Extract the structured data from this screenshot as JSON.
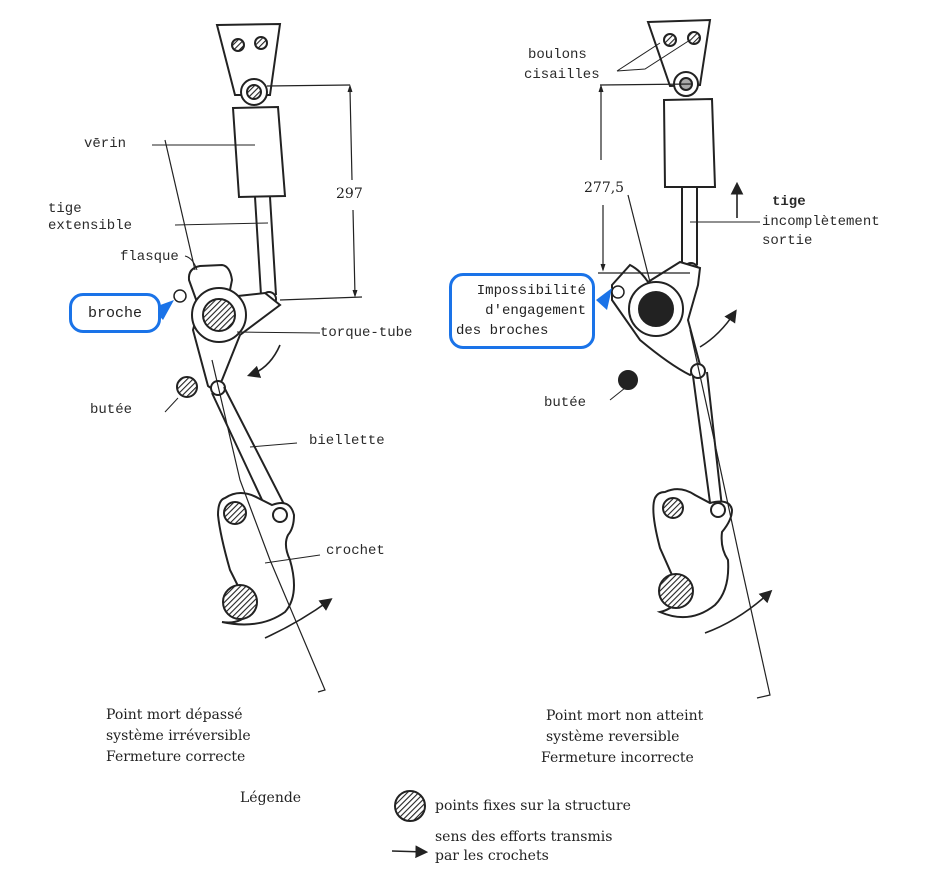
{
  "figure": {
    "left_state": {
      "dimension_label": "297",
      "labels": {
        "verin": "vērin",
        "tige_extensible_line1": "tige",
        "tige_extensible_line2": "extensible",
        "flasque": "flasque",
        "broche": "broche",
        "torque_tube": "torque-tube",
        "butee": "butée",
        "biellette": "biellette",
        "crochet": "crochet"
      },
      "caption": [
        "Point mort dépassé",
        "système irréversible",
        "Fermeture correcte"
      ]
    },
    "right_state": {
      "dimension_label": "277,5",
      "labels": {
        "boulons_line1": "boulons",
        "boulons_line2": "cisailles",
        "tige_line1": "tige",
        "tige_line2": "incomplètement",
        "tige_line3": "sortie",
        "butee": "butée",
        "impossibilite_line1": "Impossibilité",
        "impossibilite_line2": "d'engagement",
        "impossibilite_line3": "des broches"
      },
      "caption": [
        "Point mort non atteint",
        "système reversible",
        "Fermeture incorrecte"
      ]
    },
    "legend": {
      "title": "Légende",
      "items": [
        {
          "icon": "hatched-circle-icon",
          "label": "points fixes sur la structure"
        },
        {
          "icon": "arrow-right-icon",
          "label_line1": "sens des efforts transmis",
          "label_line2": "par les crochets"
        }
      ]
    },
    "colors": {
      "callout_border": "#1a73e8",
      "ink": "#222222"
    }
  }
}
